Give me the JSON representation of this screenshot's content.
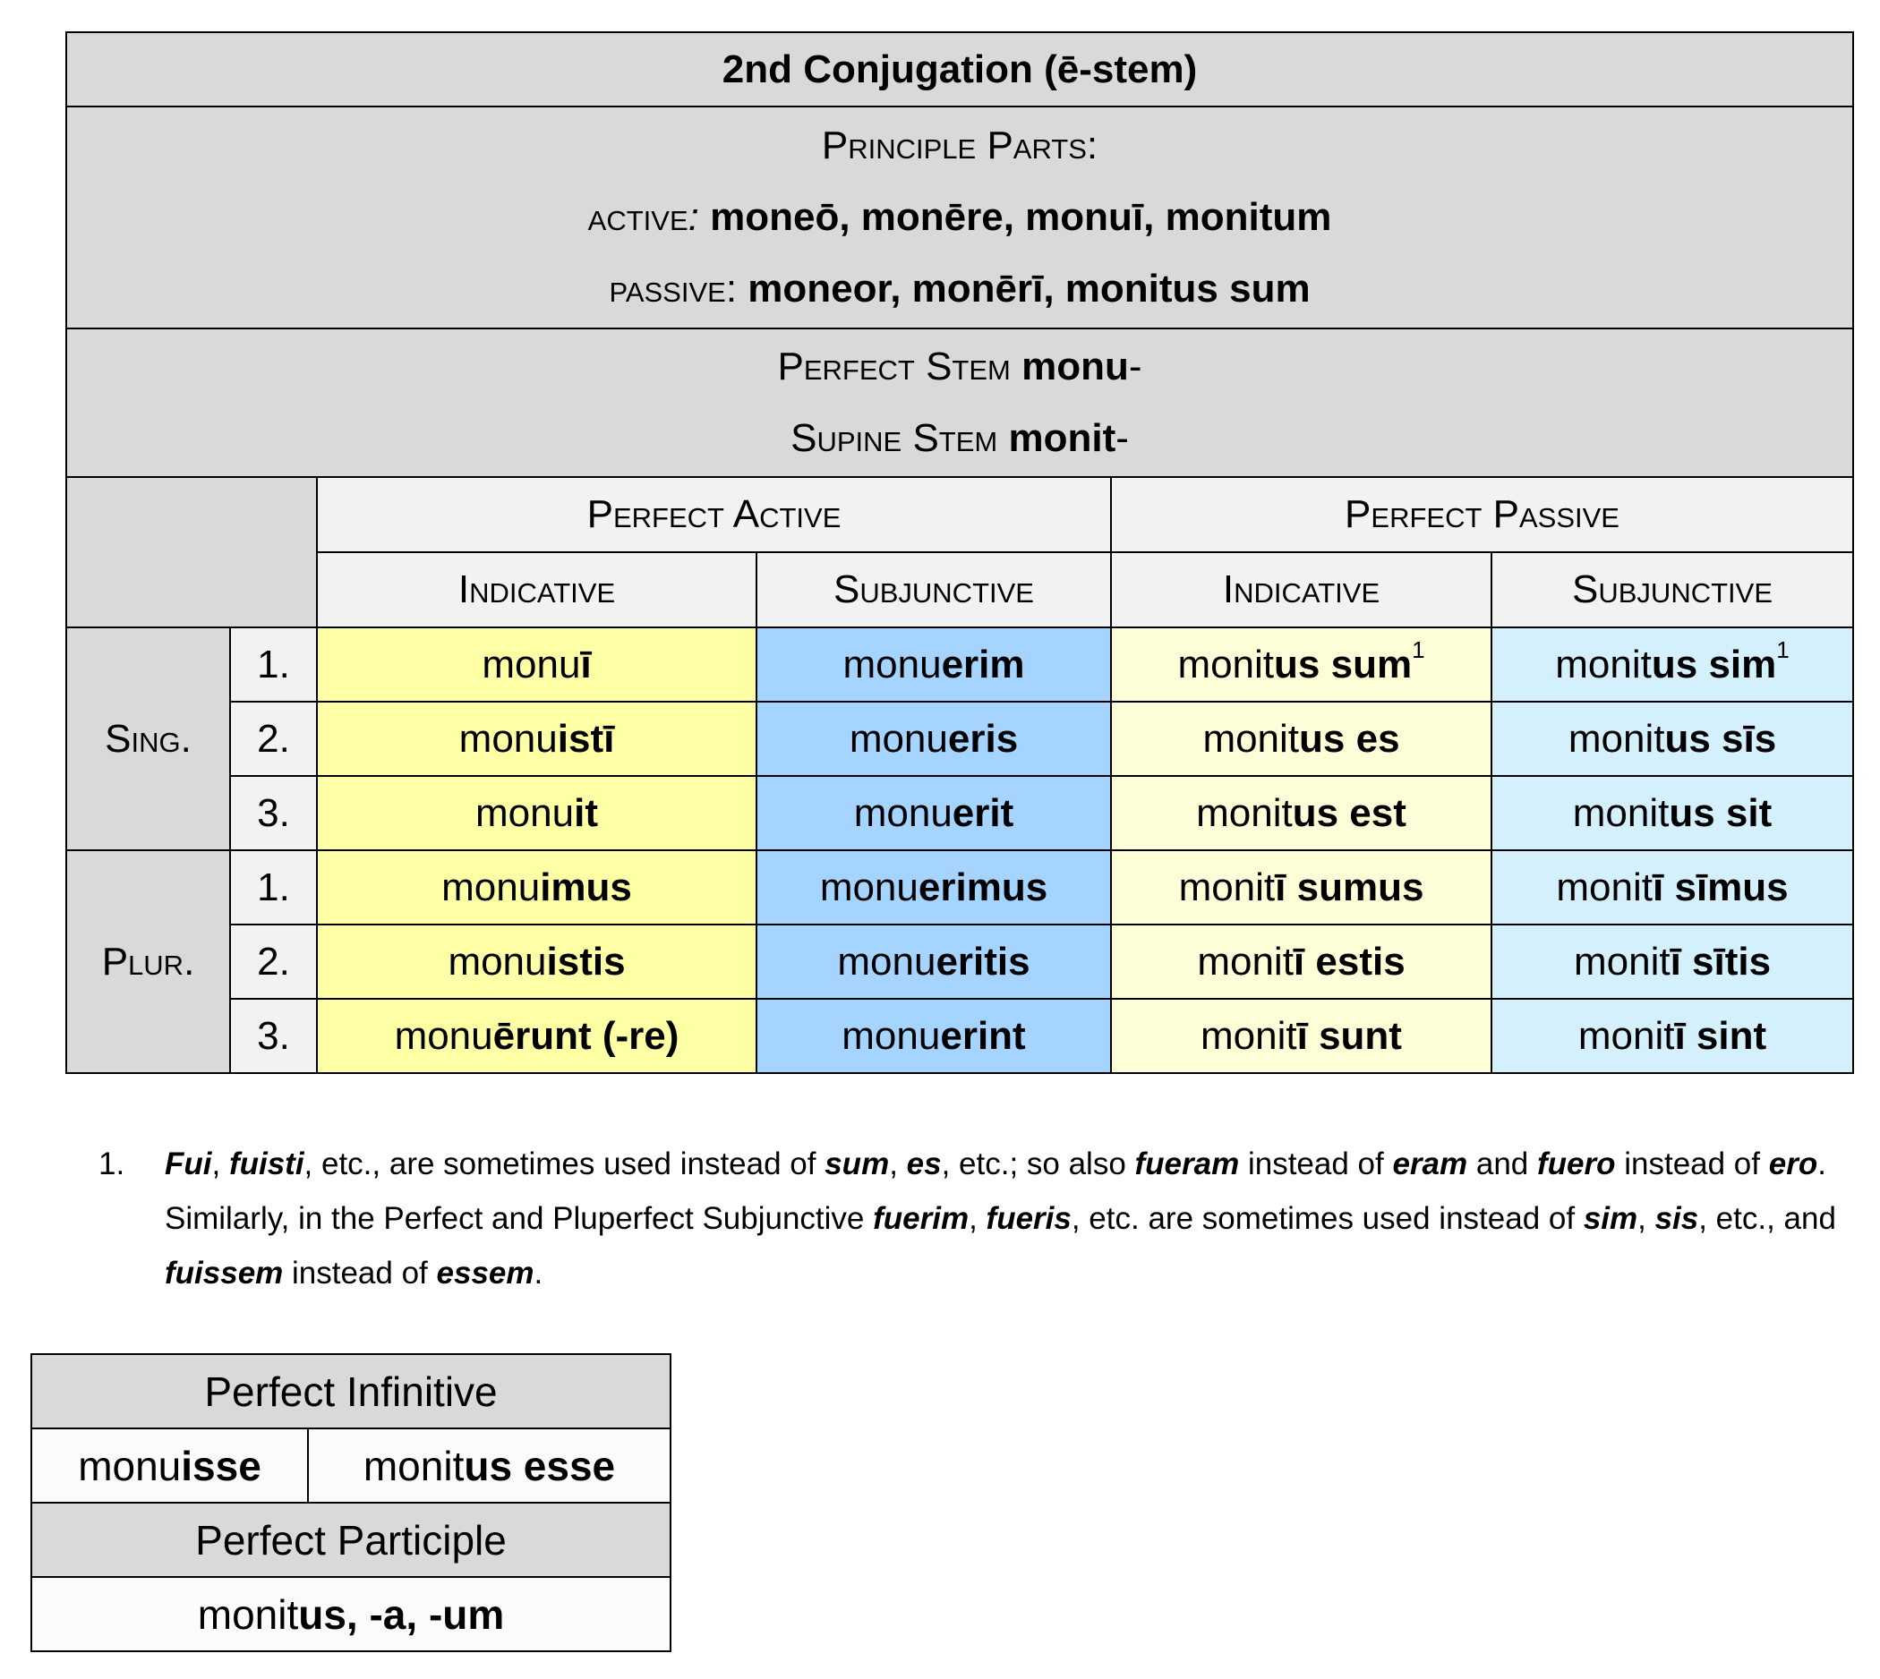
{
  "title": "2nd Conjugation (ē-stem)",
  "principal_parts": {
    "heading": "Principle Parts:",
    "active_label": "active",
    "active_sep": ":",
    "active_forms": "moneō, monēre, monuī, monitum",
    "passive_label": "passive",
    "passive_sep": ":",
    "passive_forms": "moneor, monērī, monitus sum"
  },
  "stems": {
    "perfect_label": "Perfect Stem",
    "perfect_value": "monu",
    "perfect_dash": "-",
    "supine_label": "Supine Stem",
    "supine_value": "monit",
    "supine_dash": "-"
  },
  "headers": {
    "perfect_active": "Perfect Active",
    "perfect_passive": "Perfect Passive",
    "indicative": "Indicative",
    "subjunctive": "Subjunctive"
  },
  "groups": {
    "sing": "Sing.",
    "plur": "Plur."
  },
  "rows": [
    {
      "num": "1.",
      "ai": [
        "monu",
        "ī"
      ],
      "as": [
        "monu",
        "erim"
      ],
      "pi": [
        "monit",
        "us sum"
      ],
      "pi_sup": "1",
      "ps": [
        "monit",
        "us sim"
      ],
      "ps_sup": "1"
    },
    {
      "num": "2.",
      "ai": [
        "monu",
        "istī"
      ],
      "as": [
        "monu",
        "eris"
      ],
      "pi": [
        "monit",
        "us es"
      ],
      "ps": [
        "monit",
        "us sīs"
      ]
    },
    {
      "num": "3.",
      "ai": [
        "monu",
        "it"
      ],
      "as": [
        "monu",
        "erit"
      ],
      "pi": [
        "monit",
        "us est"
      ],
      "ps": [
        "monit",
        "us sit"
      ]
    },
    {
      "num": "1.",
      "ai": [
        "monu",
        "imus"
      ],
      "as": [
        "monu",
        "erimus"
      ],
      "pi": [
        "monit",
        "ī sumus"
      ],
      "ps": [
        "monit",
        "ī sīmus"
      ]
    },
    {
      "num": "2.",
      "ai": [
        "monu",
        "istis"
      ],
      "as": [
        "monu",
        "eritis"
      ],
      "pi": [
        "monit",
        "ī estis"
      ],
      "ps": [
        "monit",
        "ī sītis"
      ]
    },
    {
      "num": "3.",
      "ai": [
        "monu",
        "ērunt (-re)"
      ],
      "as": [
        "monu",
        "erint"
      ],
      "pi": [
        "monit",
        "ī sunt"
      ],
      "ps": [
        "monit",
        "ī sint"
      ]
    }
  ],
  "footnote": {
    "number": "1.",
    "segments": [
      {
        "t": "Fui",
        "bi": true
      },
      {
        "t": ", "
      },
      {
        "t": "fuisti",
        "bi": true
      },
      {
        "t": ", etc., are sometimes used instead of "
      },
      {
        "t": "sum",
        "bi": true
      },
      {
        "t": ", "
      },
      {
        "t": "es",
        "bi": true
      },
      {
        "t": ", etc.; so also "
      },
      {
        "t": "fueram",
        "bi": true
      },
      {
        "t": " instead of "
      },
      {
        "t": "eram",
        "bi": true
      },
      {
        "t": " and "
      },
      {
        "t": "fuero",
        "bi": true
      },
      {
        "t": " instead of "
      },
      {
        "t": "ero",
        "bi": true
      },
      {
        "t": ". Similarly, in the Perfect and Pluperfect Subjunctive "
      },
      {
        "t": "fuerim",
        "bi": true
      },
      {
        "t": ", "
      },
      {
        "t": "fueris",
        "bi": true
      },
      {
        "t": ", etc. are sometimes used instead of "
      },
      {
        "t": "sim",
        "bi": true
      },
      {
        "t": ", "
      },
      {
        "t": "sis",
        "bi": true
      },
      {
        "t": ", etc., and "
      },
      {
        "t": "fuissem",
        "bi": true
      },
      {
        "t": " instead of "
      },
      {
        "t": "essem",
        "bi": true
      },
      {
        "t": "."
      }
    ]
  },
  "infinitive": {
    "heading": "Perfect Infinitive",
    "active": [
      "monu",
      "isse"
    ],
    "passive": [
      "monit",
      "us esse"
    ]
  },
  "participle": {
    "heading": "Perfect Participle",
    "form": [
      "monit",
      "us, -a, -um"
    ]
  }
}
